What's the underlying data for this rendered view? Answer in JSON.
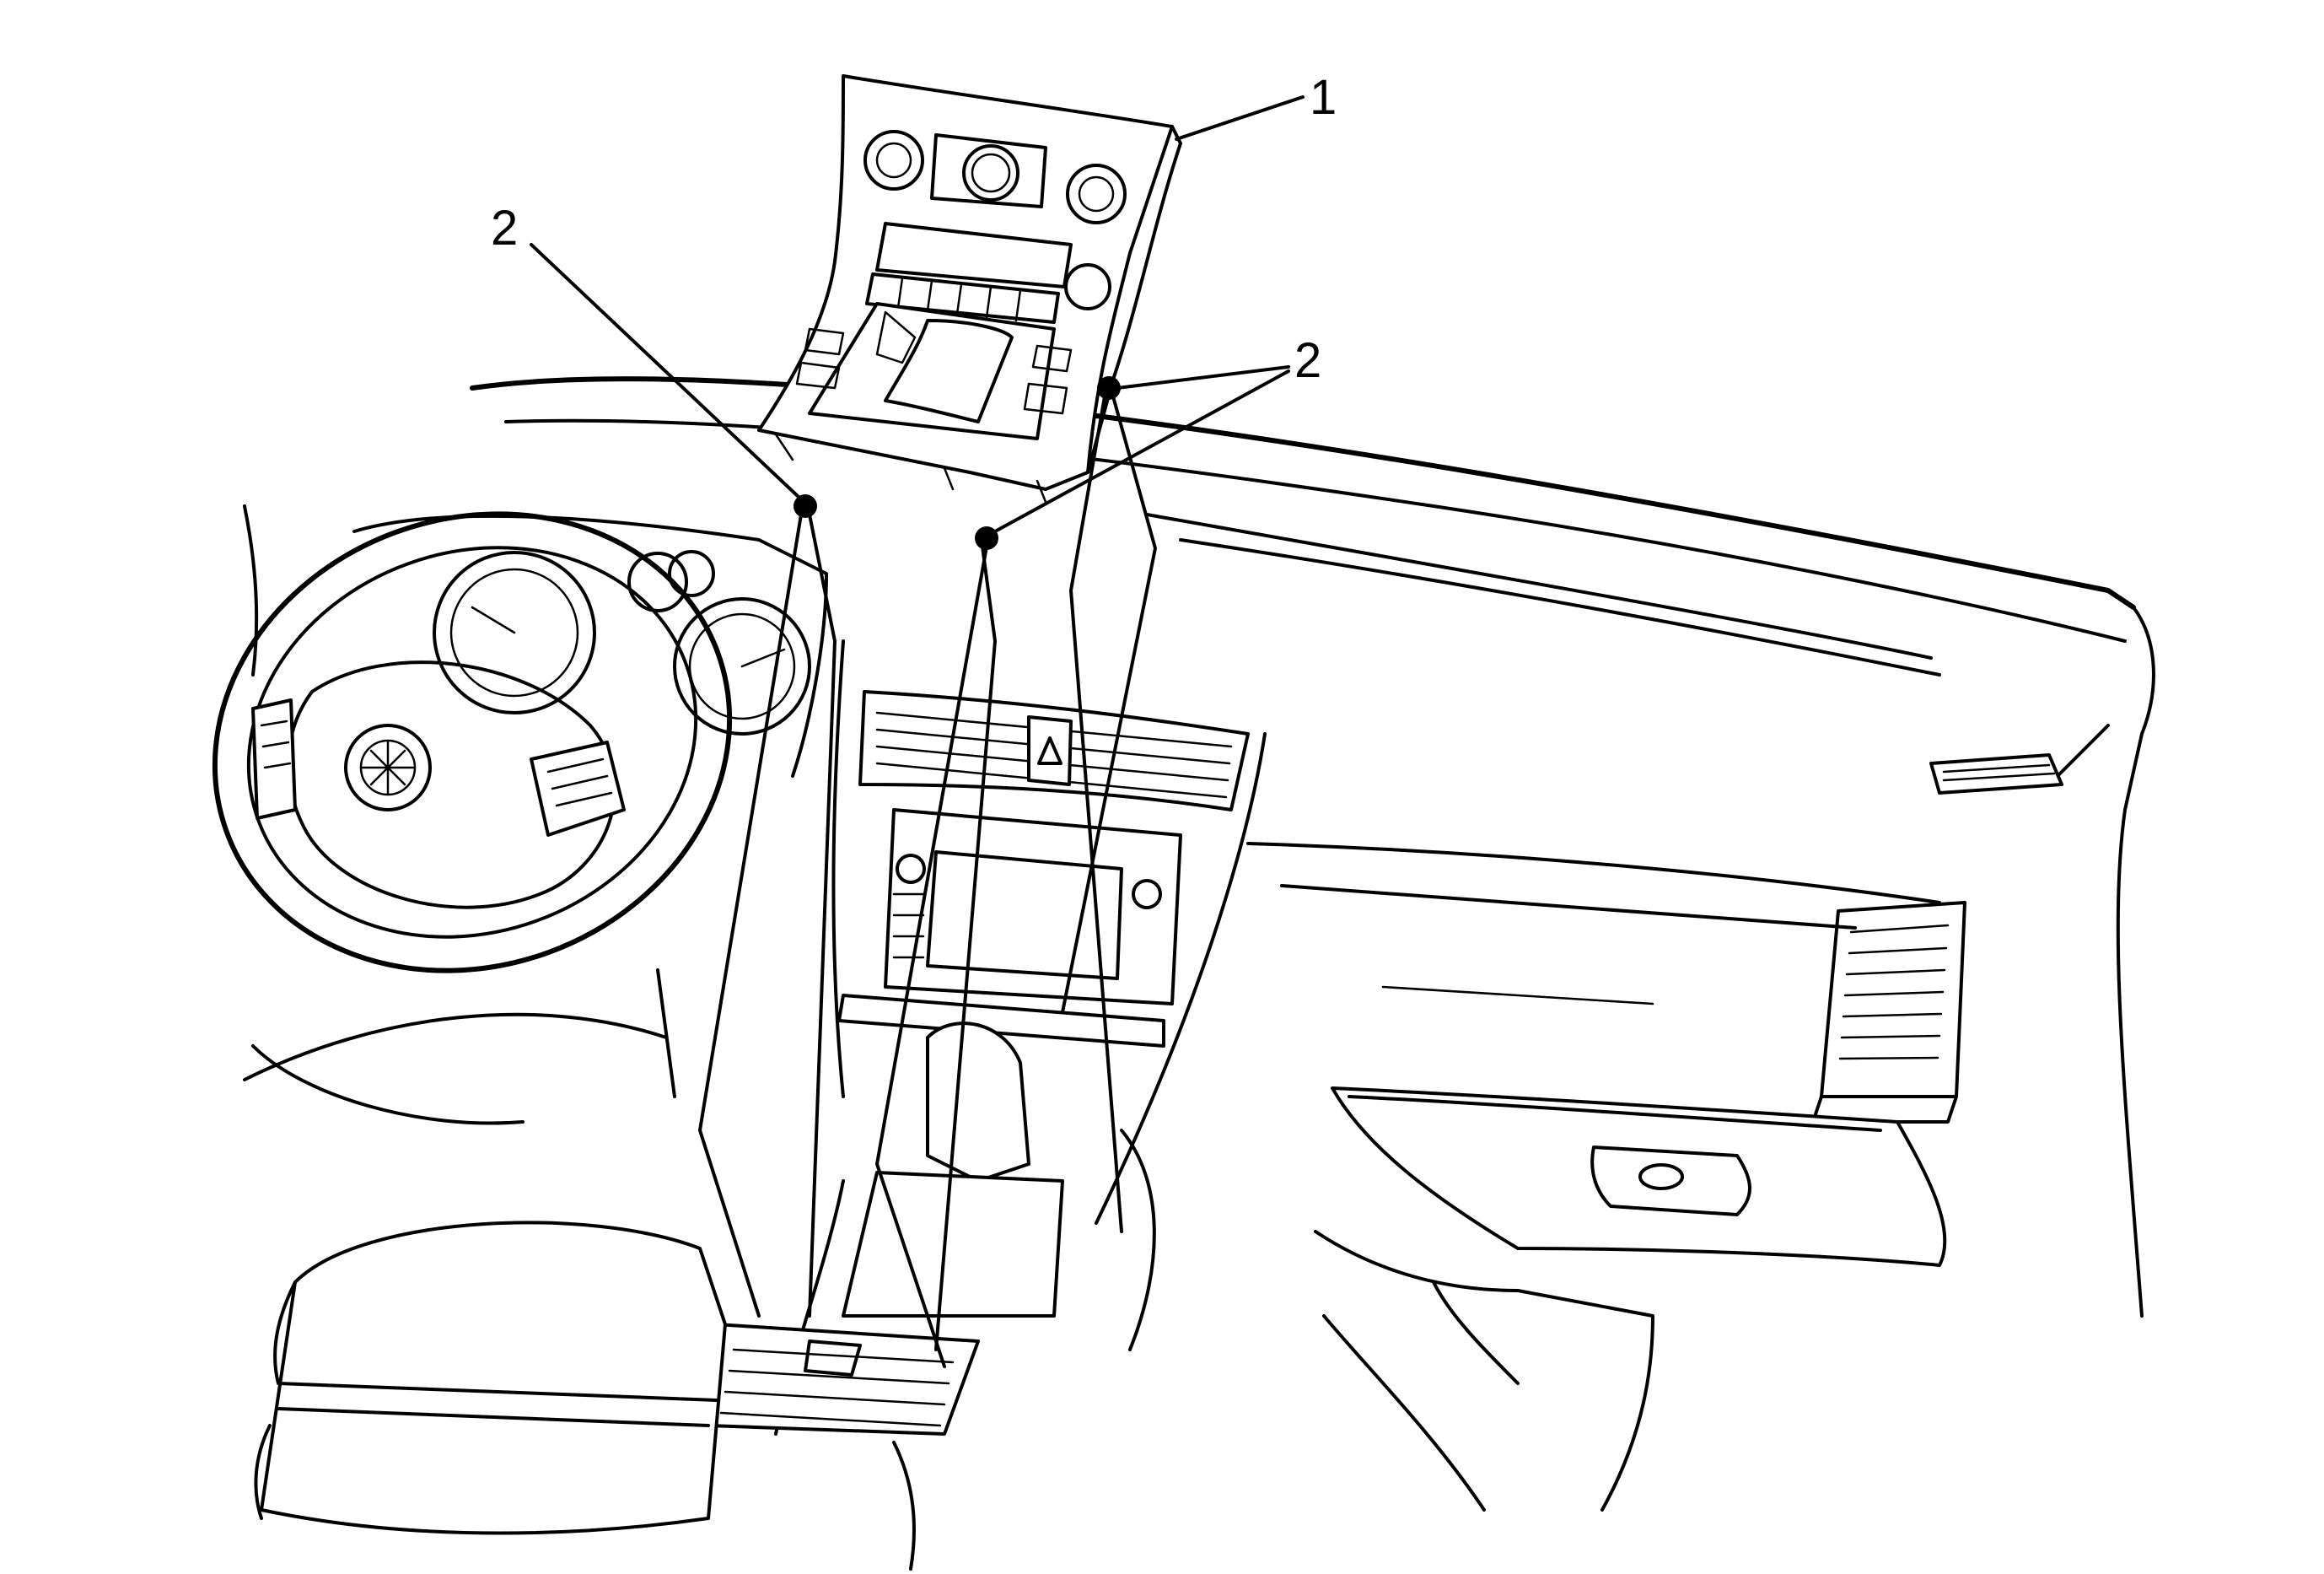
{
  "callouts": [
    {
      "id": "c1",
      "label": "1"
    },
    {
      "id": "c2a",
      "label": "2"
    },
    {
      "id": "c2b",
      "label": "2"
    }
  ],
  "colors": {
    "line": "#000000",
    "background": "#ffffff"
  }
}
